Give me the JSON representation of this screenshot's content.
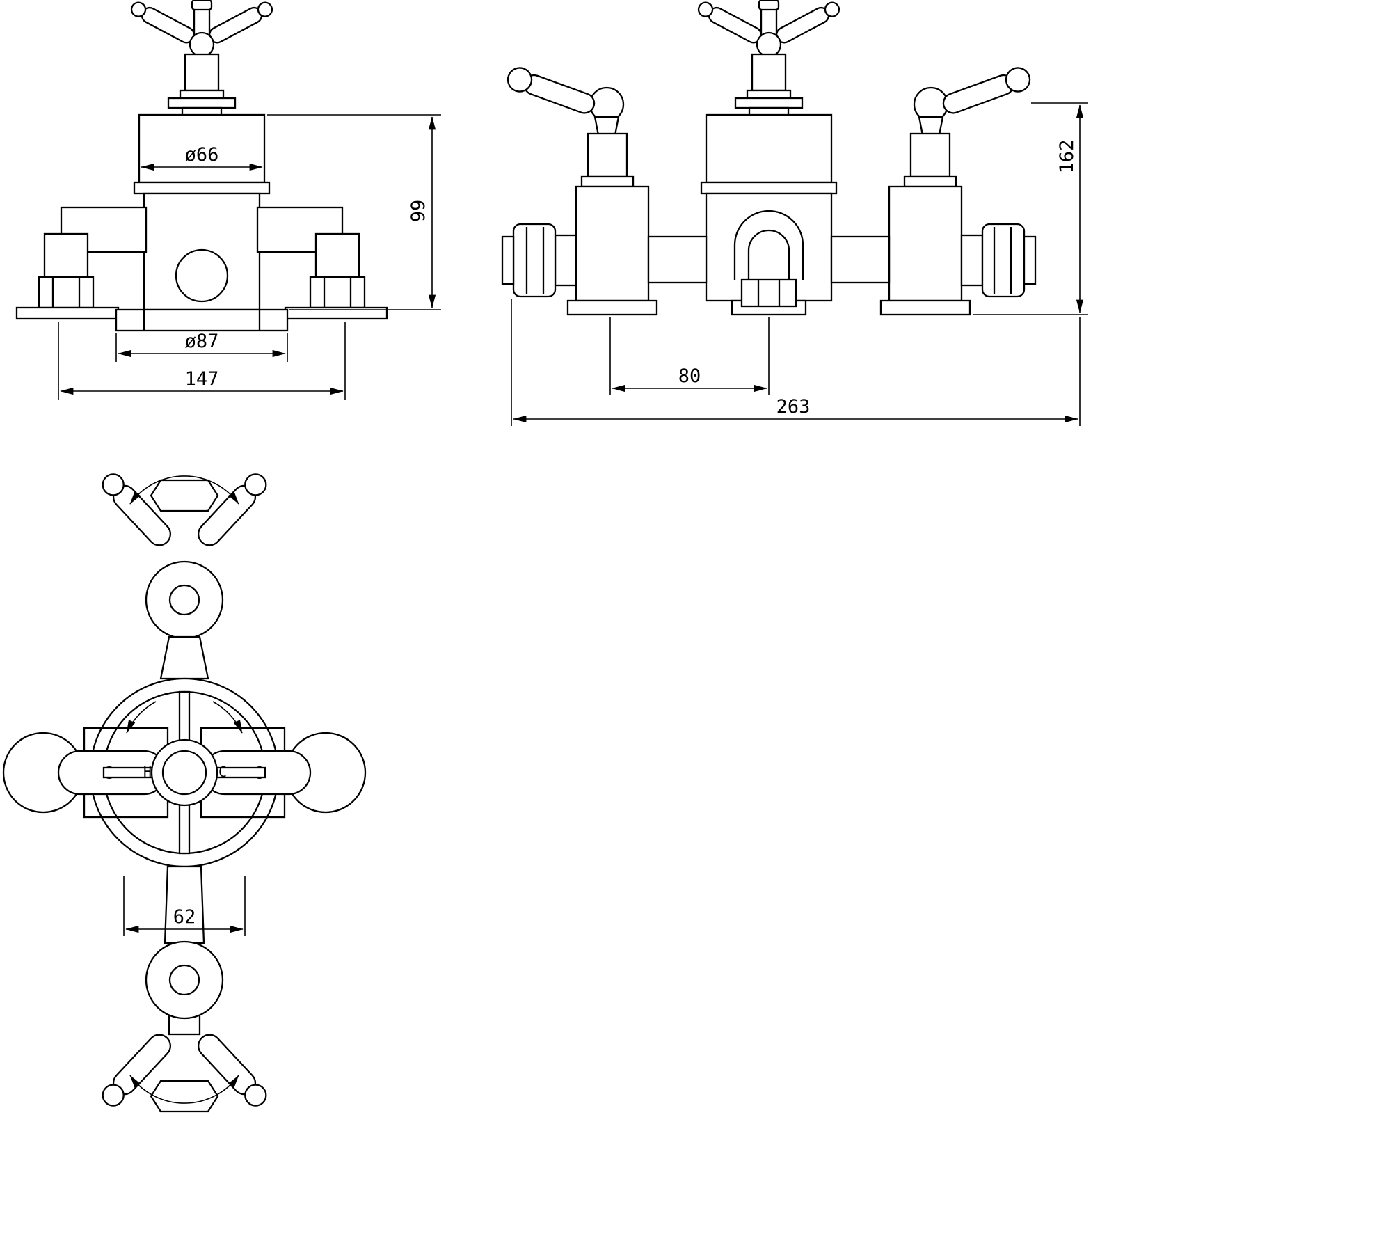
{
  "drawing": {
    "type": "technical-drawing",
    "subject": "Traditional twin thermostatic shower valve - three orthographic views",
    "line_color": "#000000",
    "background_color": "#ffffff",
    "views": [
      {
        "id": "front",
        "name": "front view"
      },
      {
        "id": "side",
        "name": "front view with lever handles"
      },
      {
        "id": "top",
        "name": "top / plan view"
      }
    ],
    "dimensions": {
      "front_body_diameter": "ø66",
      "front_height": "99",
      "front_base_diameter": "ø87",
      "front_overall_width": "147",
      "side_overall_height": "162",
      "side_port_spacing": "80",
      "side_overall_width": "263",
      "top_connection_width": "62"
    },
    "labels": {
      "hot": "H",
      "cold": "C"
    }
  }
}
